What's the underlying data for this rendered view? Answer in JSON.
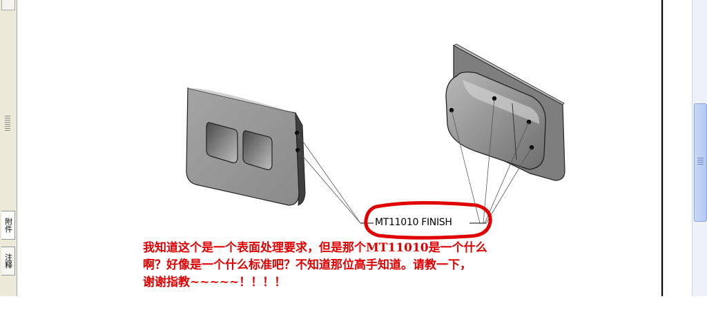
{
  "side_tabs": [
    "附件",
    "注释"
  ],
  "drawing": {
    "callout_text": "MT11010 FINISH"
  },
  "comment": {
    "lines": [
      "我知道这个是一个表面处理要求，但是那个MT11010是一个什么",
      "啊？好像是一个什么标准吧？不知道那位高手知道。请教一下，",
      "谢谢指教~~~~~！！！！"
    ]
  },
  "colors": {
    "annotation_red": "#e00000",
    "part_gray": "#8a8a8a",
    "scrollbar_thumb": "#b4c8f0"
  }
}
